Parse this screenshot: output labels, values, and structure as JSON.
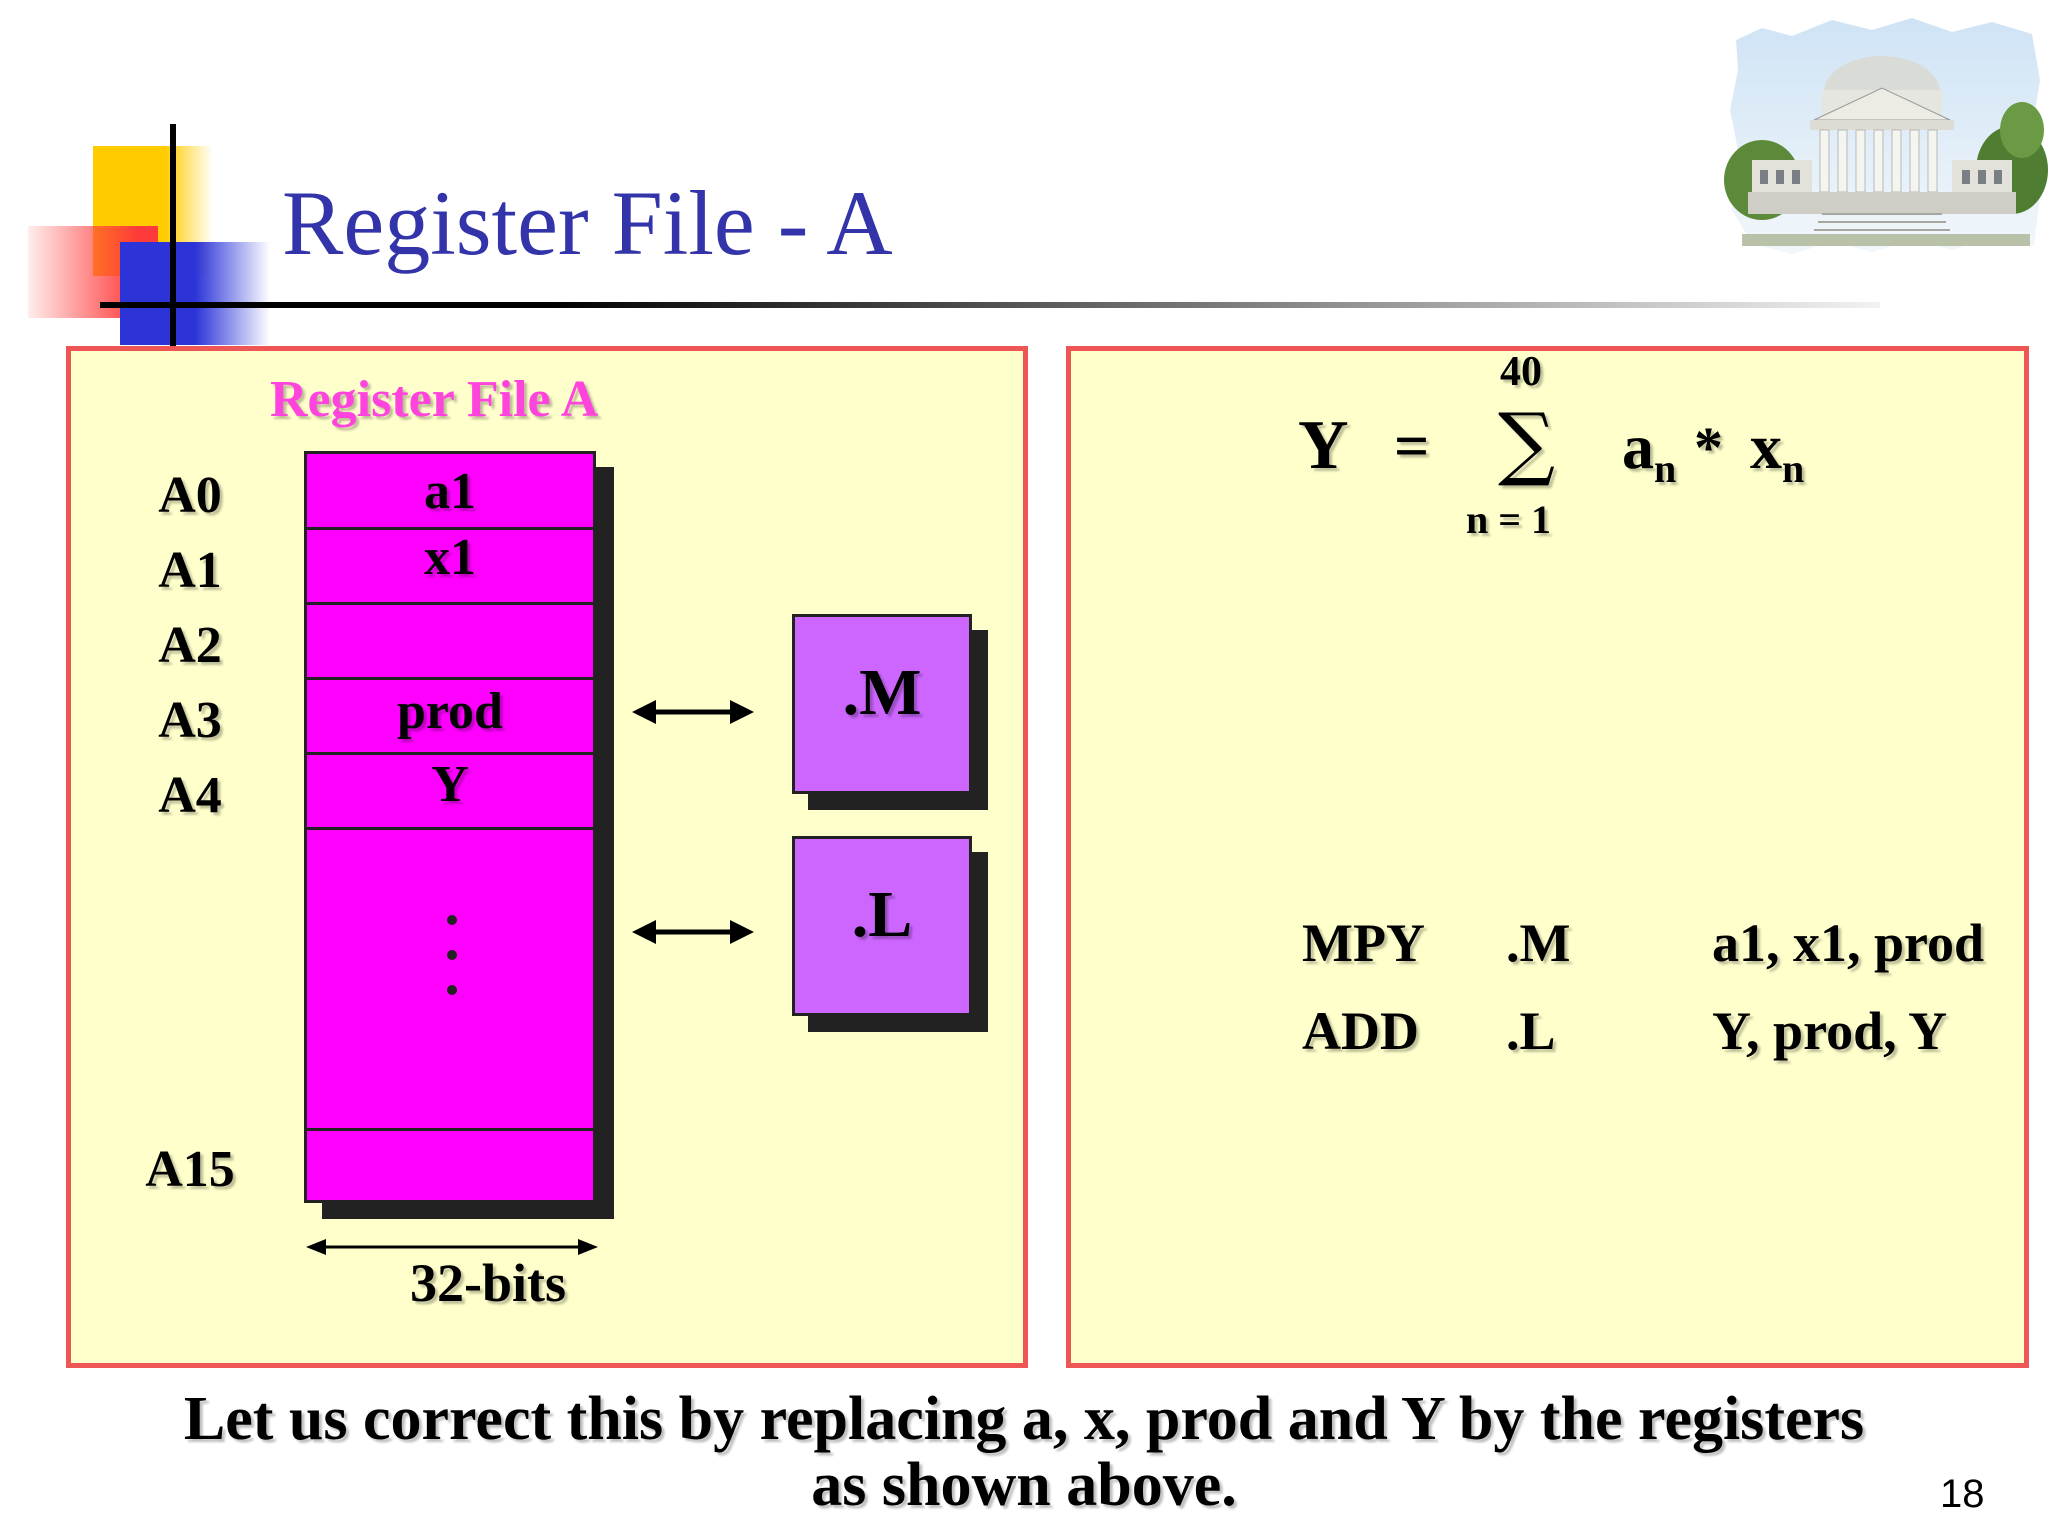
{
  "slide": {
    "title": "Register File - A",
    "page_number": "18",
    "footer_lines": [
      "Let us correct this by replacing a, x, prod and Y by the registers",
      "as shown above."
    ]
  },
  "register_file": {
    "heading": "Register File A",
    "labels": [
      "A0",
      "A1",
      "A2",
      "A3",
      "A4",
      "A15"
    ],
    "cells": [
      "a1",
      "x1",
      "",
      "prod",
      "Y"
    ],
    "width_label": "32-bits"
  },
  "units": {
    "m_label": ".M",
    "l_label": ".L"
  },
  "formula": {
    "lhs": "Y",
    "equals": "=",
    "sum_symbol": "∑",
    "upper": "40",
    "lower": "n  =  1",
    "term_a": "a",
    "sub_a": "n",
    "times": "*",
    "term_x": "x",
    "sub_x": "n"
  },
  "instructions": [
    {
      "op": "MPY",
      "unit": ".M",
      "operands": "a1, x1, prod"
    },
    {
      "op": "ADD",
      "unit": ".L",
      "operands": "Y, prod, Y"
    }
  ],
  "colors": {
    "title": "#3333aa",
    "panel_bg": "#ffffcc",
    "panel_border": "#ee5555",
    "register_fill": "#ff00ff",
    "unit_fill": "#cc66ff",
    "heading": "#ff44dd"
  }
}
